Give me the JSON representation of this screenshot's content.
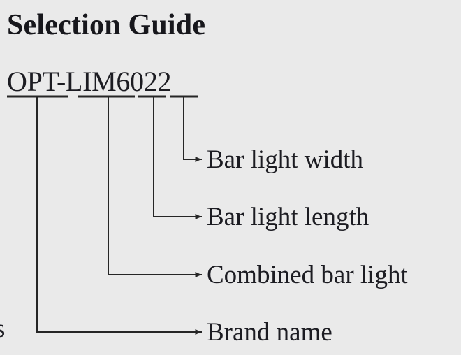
{
  "page": {
    "title": "Selection Guide",
    "background_color": "#eaeaea",
    "ink_color": "#1c1c22",
    "line_color": "#262626"
  },
  "part_number": {
    "full": "OPT-LIM6022",
    "segments": [
      {
        "text": "OPT",
        "meaning": "Brand name"
      },
      {
        "text": "LIM",
        "meaning": "Combined bar light"
      },
      {
        "text": "60",
        "meaning": "Bar light length"
      },
      {
        "text": "22",
        "meaning": "Bar light width"
      }
    ]
  },
  "callouts": [
    {
      "id": "bar-light-width",
      "label": "Bar light width"
    },
    {
      "id": "bar-light-length",
      "label": "Bar light length"
    },
    {
      "id": "combined-bar-light",
      "label": "Combined bar light"
    },
    {
      "id": "brand-name",
      "label": "Brand name"
    }
  ],
  "edge_fragment": {
    "text": "s"
  }
}
